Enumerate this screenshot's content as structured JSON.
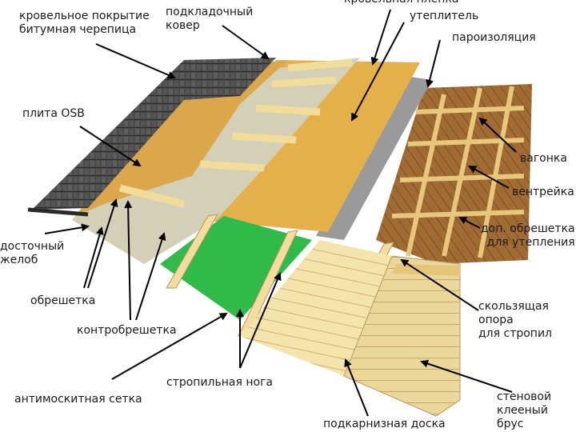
{
  "labels": {
    "roof_covering": "кровельное покрытие\nбитумная черепица",
    "underlay": "подкладочный\nковер",
    "roof_membrane": "кровельная пленка",
    "insulation": "утеплитель",
    "vapor_barrier": "пароизоляция",
    "osb": "плита OSB",
    "lining": "вагонка",
    "ventrail": "вентрейка",
    "extra_batten": "доп. обрешетка\nдля утепления",
    "gutter": "досточный\nжелоб",
    "sliding_support": "скользящая опора\nдля стропил",
    "batten": "обрешетка",
    "counter_batten": "контробрешетка",
    "rafter": "стропильная нога",
    "mosquito_net": "антимоскитная сетка",
    "wall_beam": "стеновой\nклееный брус",
    "eaves_board": "подкарнизная доска"
  },
  "colors": {
    "shingle": "#3f3f3f",
    "osb": "#d9a84a",
    "wood_light": "#f0dc9c",
    "insulation": "#e5b24a",
    "vapor": "#9a9a9a",
    "lining": "#a9753a",
    "mosquito_net": "#2eb84a",
    "gray_layer": "#cfcbb4"
  }
}
